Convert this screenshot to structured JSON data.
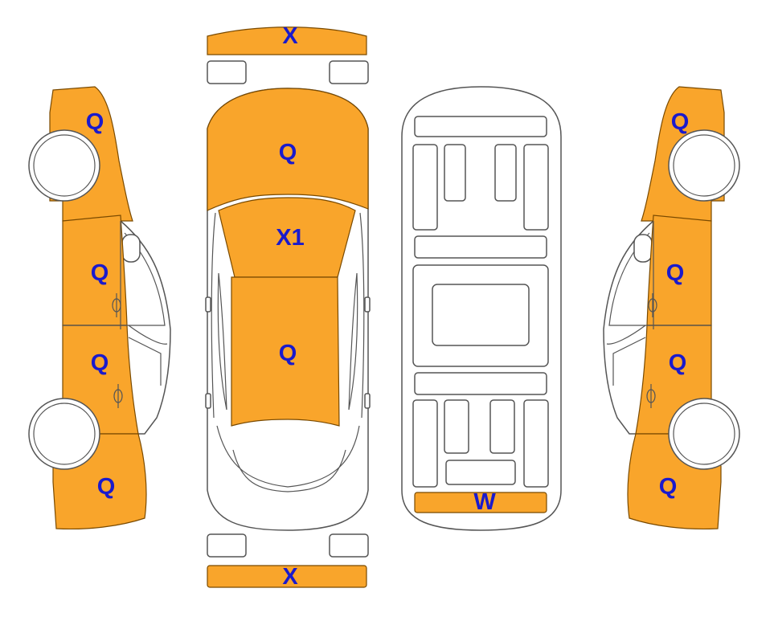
{
  "colors": {
    "damaged_panel": "#f9a52b",
    "panel_code": "#1a1acc",
    "outline": "#555555"
  },
  "labels": {
    "front_bumper": "X",
    "rear_bumper": "X",
    "hood": "Q",
    "windshield": "X1",
    "roof": "Q",
    "underbody_rear": "W",
    "left_front_fender": "Q",
    "left_front_door": "Q",
    "left_rear_door": "Q",
    "left_rear_quarter": "Q",
    "right_front_fender": "Q",
    "right_front_door": "Q",
    "right_rear_door": "Q",
    "right_rear_quarter": "Q"
  }
}
